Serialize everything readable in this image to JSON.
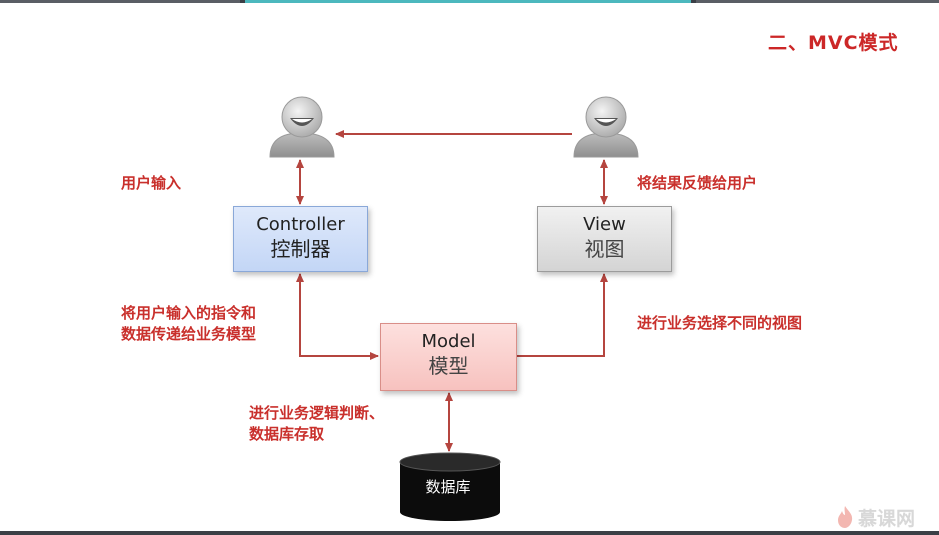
{
  "title": "二、MVC模式",
  "nodes": {
    "controller": {
      "en": "Controller",
      "zh": "控制器"
    },
    "view": {
      "en": "View",
      "zh": "视图"
    },
    "model": {
      "en": "Model",
      "zh": "模型"
    },
    "database": {
      "label": "数据库"
    }
  },
  "annotations": {
    "user_input": "用户输入",
    "feedback_to_user": "将结果反馈给用户",
    "pass_instruction_line1": "将用户输入的指令和",
    "pass_instruction_line2": "数据传递给业务模型",
    "select_view": "进行业务选择不同的视图",
    "business_logic_line1": "进行业务逻辑判断、",
    "business_logic_line2": "数据库存取"
  },
  "brand": {
    "text": "慕课网"
  },
  "colors": {
    "accent_red": "#c9302c",
    "arrow": "#b5453f",
    "controller_fill": "#c9dbf7",
    "view_fill": "#d9d9d9",
    "model_fill": "#f9cdca"
  }
}
